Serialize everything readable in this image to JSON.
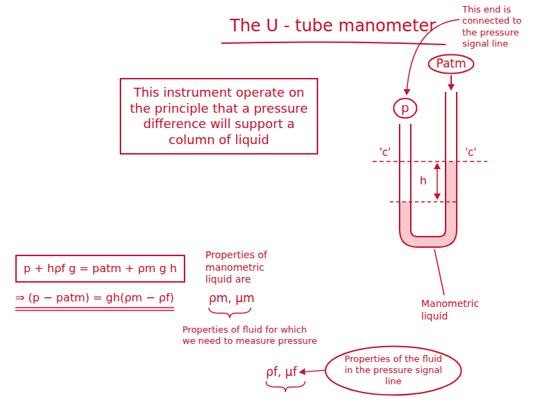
{
  "diagram": {
    "title": "The U - tube manometer",
    "nodes": [
      {
        "text": [
          "This instrument operate on the principle that a pressure difference will support a column of liquid"
        ]
      },
      {
        "text": [
          "Patm"
        ]
      },
      {
        "text": [
          "p"
        ]
      },
      {
        "text": [
          "p + hρf g = patm + ρm g h"
        ]
      },
      {
        "text": [
          "Properties of the fluid in the pressure signal line"
        ]
      }
    ],
    "labels": [
      "This end is connected to the pressure signal line",
      "'c'",
      "'c'",
      "h",
      "Manometric liquid",
      "⇒ (p − patm) = gh(ρm − ρf)",
      "Properties of manometric liquid are",
      "ρm, μm",
      "Properties of fluid for which we need to measure pressure",
      "ρf, μf"
    ]
  }
}
